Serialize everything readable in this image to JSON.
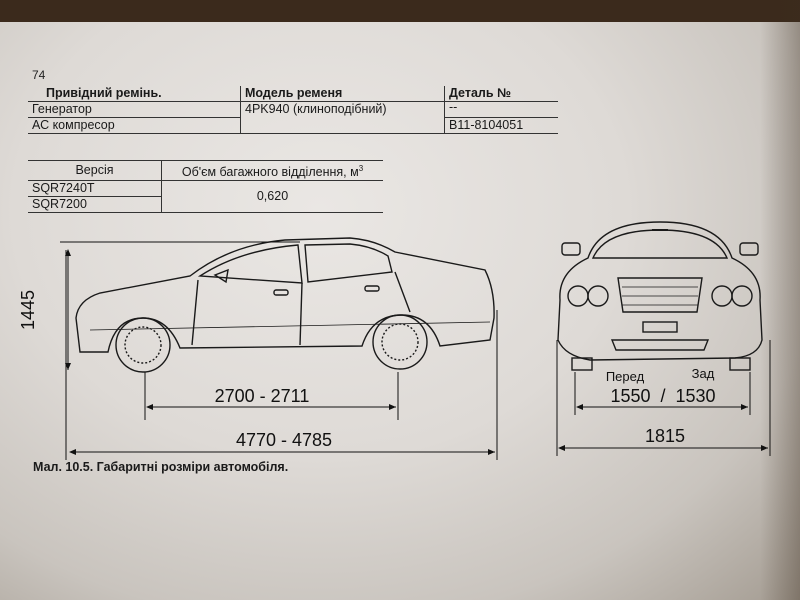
{
  "page_number": "74",
  "belt_table": {
    "title": "Привідний ремінь.",
    "col_model": "Модель ременя",
    "col_part": "Деталь №",
    "row1_name": "Генератор",
    "row2_name": "АС компресор",
    "model_value": "4PK940 (клиноподібний)",
    "part_dash": "--",
    "part_value": "B11-8104051"
  },
  "trunk_table": {
    "col_version": "Версія",
    "col_volume": "Об'єм багажного відділення, м",
    "col_volume_sup": "3",
    "version1": "SQR7240T",
    "version2": "SQR7200",
    "volume_value": "0,620"
  },
  "dimensions": {
    "height": "1445",
    "wheelbase": "2700 - 2711",
    "length": "4770 - 4785",
    "front_label": "Перед",
    "rear_label": "Зад",
    "track": "1550  /  1530",
    "width": "1815"
  },
  "caption": "Мал. 10.5. Габаритні розміри автомобіля."
}
